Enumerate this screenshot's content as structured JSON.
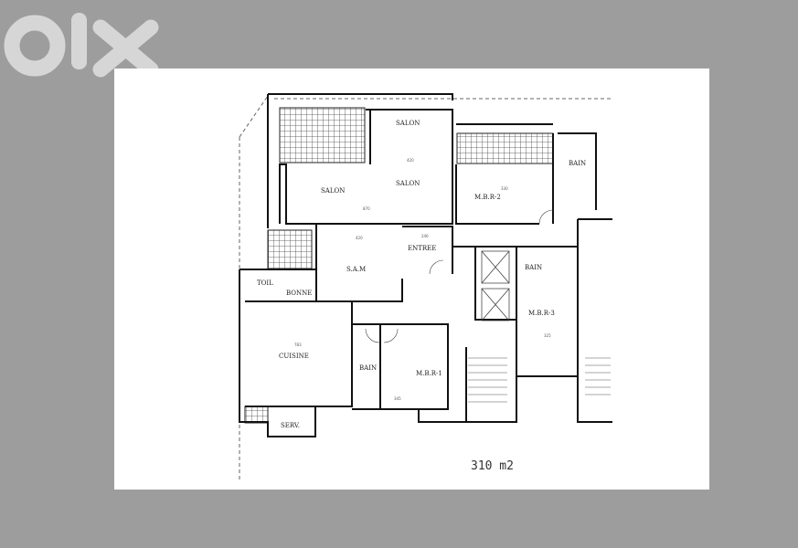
{
  "watermark": {
    "logo_text": "olx",
    "color": "#d6d6d6"
  },
  "plan": {
    "rooms": [
      {
        "id": "salon-top",
        "label": "SALON"
      },
      {
        "id": "salon-left",
        "label": "SALON"
      },
      {
        "id": "salon-mid",
        "label": "SALON"
      },
      {
        "id": "mbr2",
        "label": "M.B.R-2"
      },
      {
        "id": "bain-top",
        "label": "BAIN"
      },
      {
        "id": "entree",
        "label": "ENTREE"
      },
      {
        "id": "sam",
        "label": "S.A.M"
      },
      {
        "id": "bain-mid",
        "label": "BAIN"
      },
      {
        "id": "toil",
        "label": "TOIL"
      },
      {
        "id": "bonne",
        "label": "BONNE"
      },
      {
        "id": "mbr3",
        "label": "M.B.R-3"
      },
      {
        "id": "cuisine",
        "label": "CUISINE"
      },
      {
        "id": "bain-low",
        "label": "BAIN"
      },
      {
        "id": "mbr1",
        "label": "M.B.R-1"
      },
      {
        "id": "serv",
        "label": "SERV."
      }
    ],
    "dimensions": [
      "420",
      "870",
      "420",
      "246",
      "330",
      "783",
      "345",
      "325"
    ],
    "area_label": "310 m2"
  }
}
